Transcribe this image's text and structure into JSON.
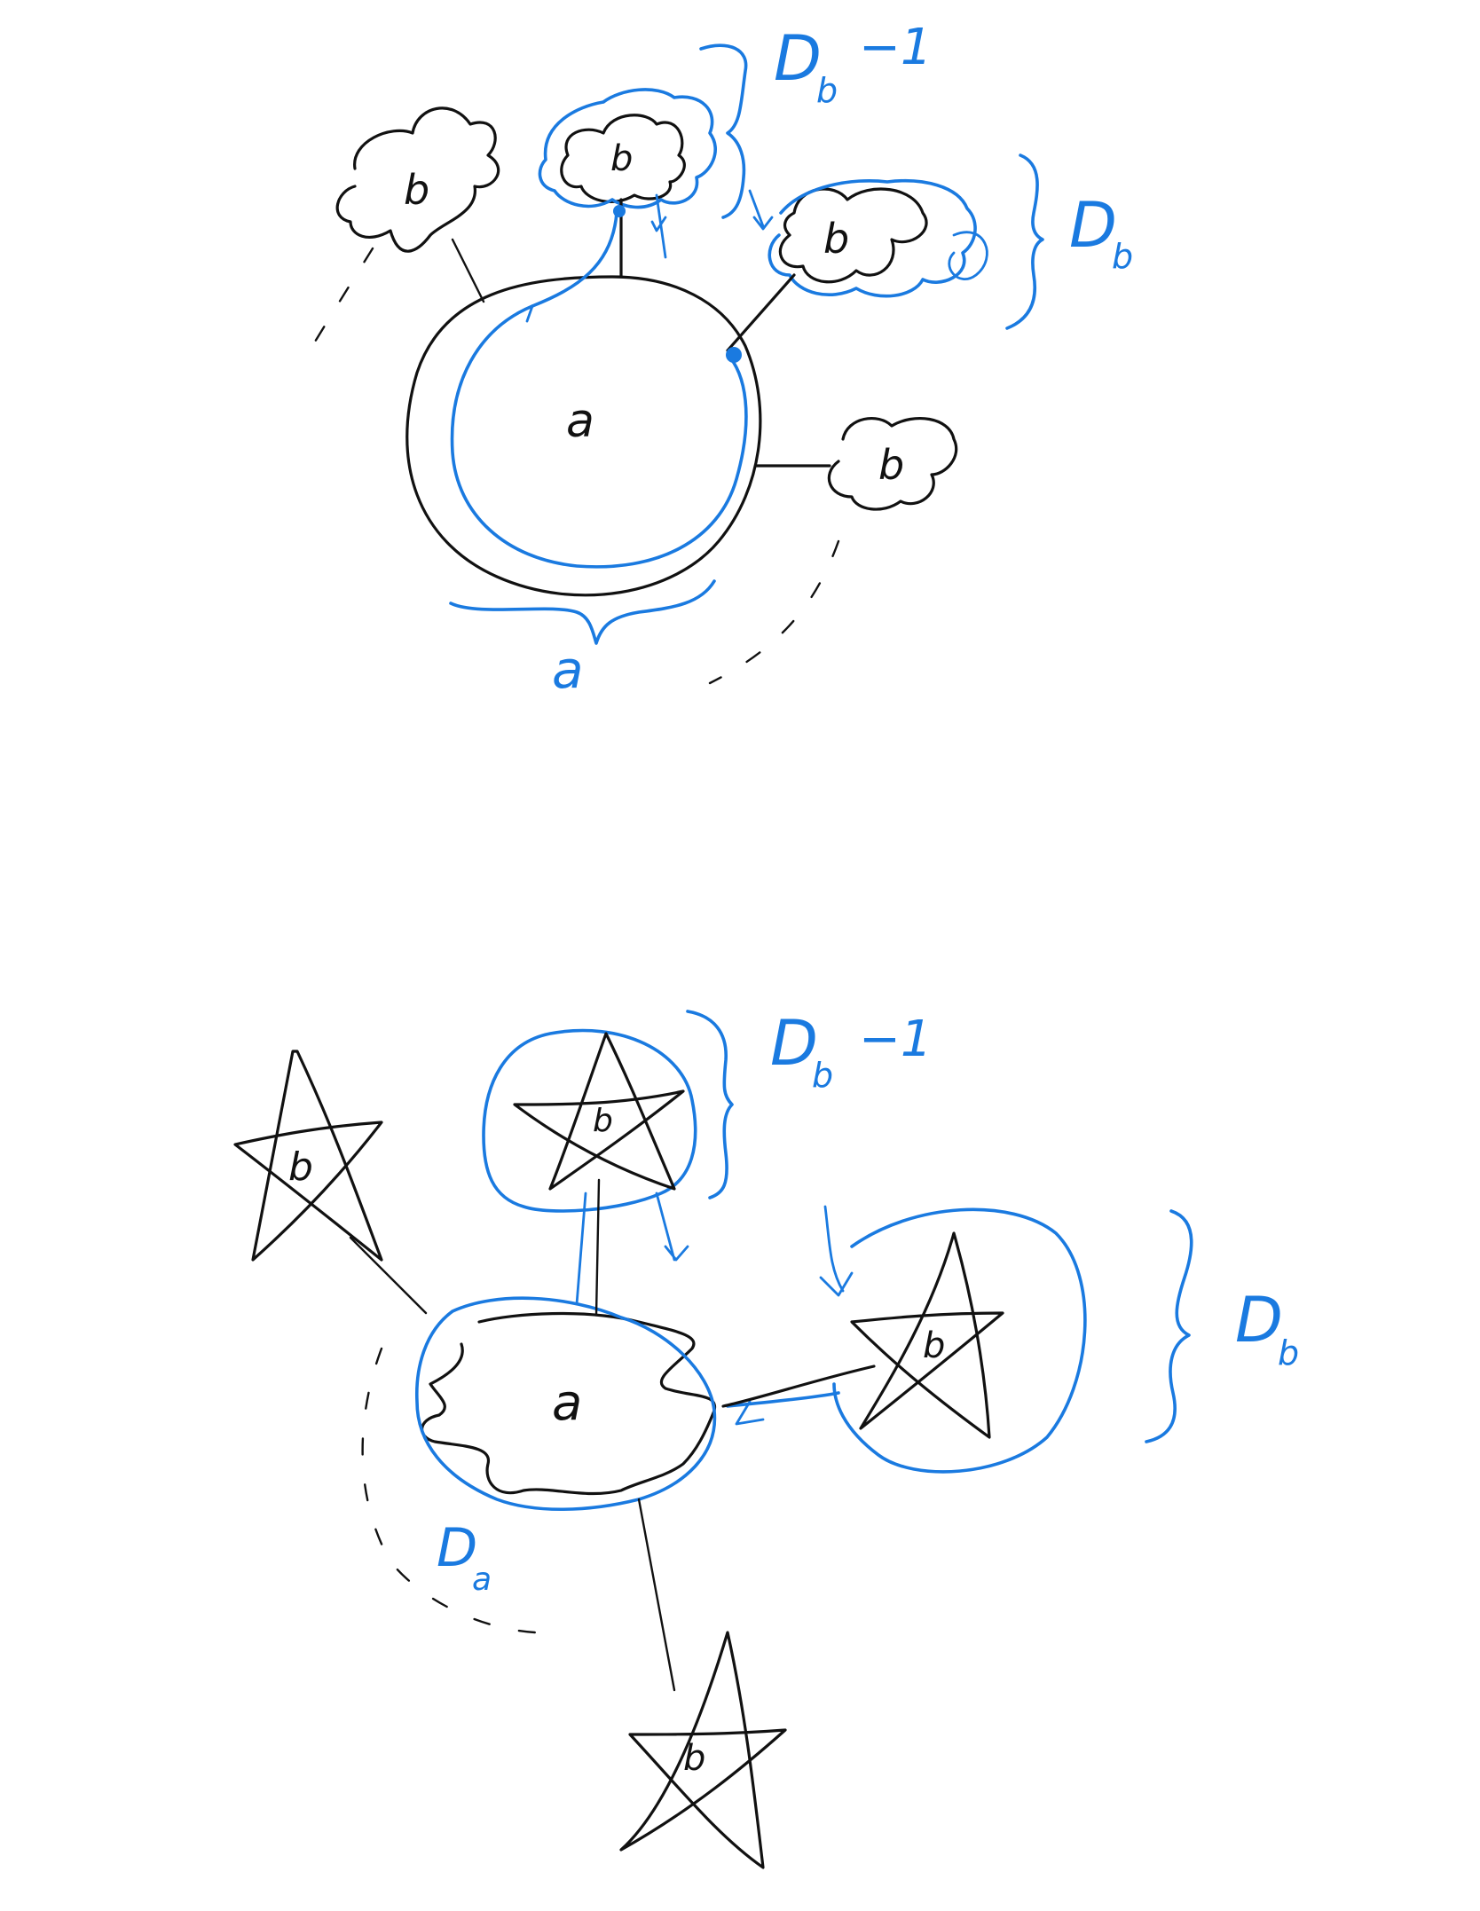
{
  "top": {
    "center_label": "a",
    "brace_label": "a",
    "node_labels": [
      "b",
      "b",
      "b",
      "b"
    ],
    "bracket_top_label": "D",
    "bracket_top_sub": "b",
    "bracket_top_suffix": "−1",
    "bracket_right_label": "D",
    "bracket_right_sub": "b"
  },
  "bottom": {
    "center_label": "a",
    "center_blue_label": "D",
    "center_blue_sub": "a",
    "node_labels": [
      "b",
      "b",
      "b",
      "b"
    ],
    "bracket_top_label": "D",
    "bracket_top_sub": "b",
    "bracket_top_suffix": "−1",
    "bracket_right_label": "D",
    "bracket_right_sub": "b"
  },
  "colors": {
    "ink": "#111111",
    "highlight": "#1a7ae0"
  }
}
